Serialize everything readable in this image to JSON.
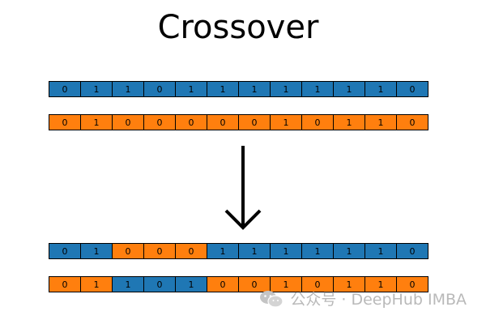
{
  "title": "Crossover",
  "colors": {
    "parent_a": "#1f77b4",
    "parent_b": "#ff7f0e",
    "border": "#000000"
  },
  "parents": [
    {
      "bits": [
        "0",
        "1",
        "1",
        "0",
        "1",
        "1",
        "1",
        "1",
        "1",
        "1",
        "1",
        "0"
      ],
      "source": [
        "a",
        "a",
        "a",
        "a",
        "a",
        "a",
        "a",
        "a",
        "a",
        "a",
        "a",
        "a"
      ]
    },
    {
      "bits": [
        "0",
        "1",
        "0",
        "0",
        "0",
        "0",
        "0",
        "1",
        "0",
        "1",
        "1",
        "0"
      ],
      "source": [
        "b",
        "b",
        "b",
        "b",
        "b",
        "b",
        "b",
        "b",
        "b",
        "b",
        "b",
        "b"
      ]
    }
  ],
  "offspring": [
    {
      "bits": [
        "0",
        "1",
        "0",
        "0",
        "0",
        "1",
        "1",
        "1",
        "1",
        "1",
        "1",
        "0"
      ],
      "source": [
        "a",
        "a",
        "b",
        "b",
        "b",
        "a",
        "a",
        "a",
        "a",
        "a",
        "a",
        "a"
      ]
    },
    {
      "bits": [
        "0",
        "1",
        "1",
        "0",
        "1",
        "0",
        "0",
        "1",
        "0",
        "1",
        "1",
        "0"
      ],
      "source": [
        "b",
        "b",
        "a",
        "a",
        "a",
        "b",
        "b",
        "b",
        "b",
        "b",
        "b",
        "b"
      ]
    }
  ],
  "arrow": "down-arrow-icon",
  "watermark": {
    "icon": "wechat-icon",
    "text": "公众号 · DeepHub IMBA"
  }
}
